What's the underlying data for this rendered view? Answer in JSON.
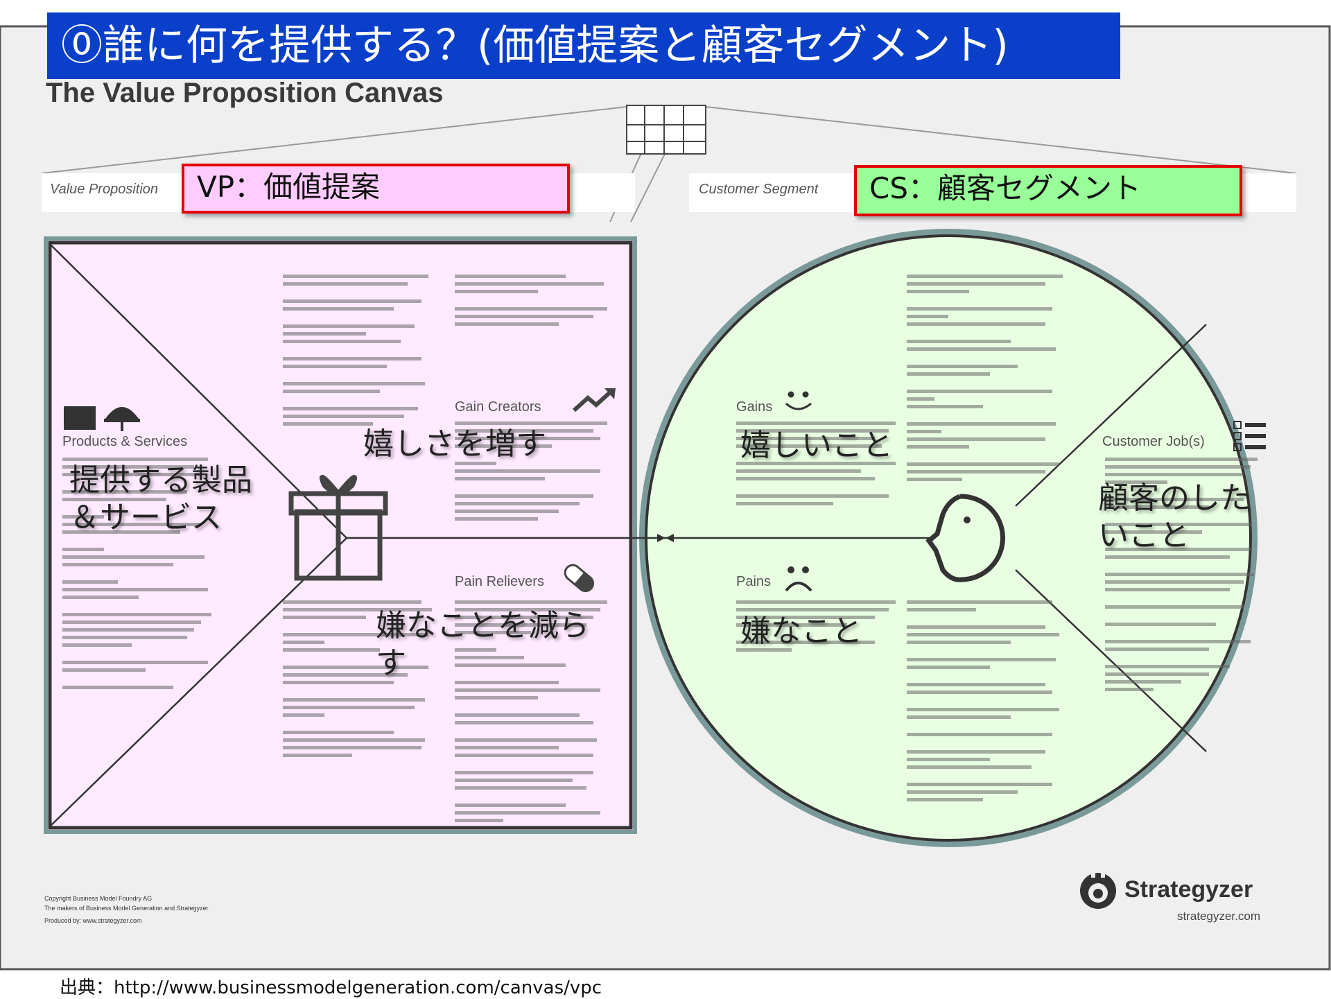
{
  "title": "⓪誰に何を提供する？(価値提案と顧客セグメント)",
  "canvas_title": "The Value Proposition Canvas",
  "strips": {
    "value_proposition": "Value Proposition",
    "customer_segment": "Customer Segment"
  },
  "callouts": {
    "vp": "VP：価値提案",
    "cs": "CS：顧客セグメント"
  },
  "vp_labels": {
    "products_services": "Products & Services",
    "gain_creators": "Gain Creators",
    "pain_relievers": "Pain Relievers"
  },
  "cs_labels": {
    "gains": "Gains",
    "pains": "Pains",
    "customer_jobs": "Customer Job(s)"
  },
  "overlays": {
    "products_services": "提供する製品＆サービス",
    "gain_creators": "嬉しさを増す",
    "pain_relievers": "嫌なことを減らす",
    "gains": "嬉しいこと",
    "pains": "嫌なこと",
    "customer_jobs": "顧客のしたいこと"
  },
  "footer": {
    "copyright_1": "Copyright Business Model Foundry AG",
    "copyright_2": "The makers of Business Model Generation and Strategyzer",
    "produced_by": "Produced by: www.strategyzer.com",
    "logo": "Strategyzer",
    "logo_url": "strategyzer.com",
    "source": "出典：http://www.businessmodelgeneration.com/canvas/vpc"
  },
  "colors": {
    "banner": "#0a3fc9",
    "vp_fill": "#ffeaff",
    "cs_fill": "#e9ffe2",
    "callout_border": "#e50000"
  },
  "icons": [
    "product-box-icon",
    "cloche-icon",
    "gift-icon",
    "chart-up-icon",
    "pill-icon",
    "smile-icon",
    "frown-icon",
    "checklist-icon",
    "face-icon",
    "strategyzer-logo-icon"
  ]
}
